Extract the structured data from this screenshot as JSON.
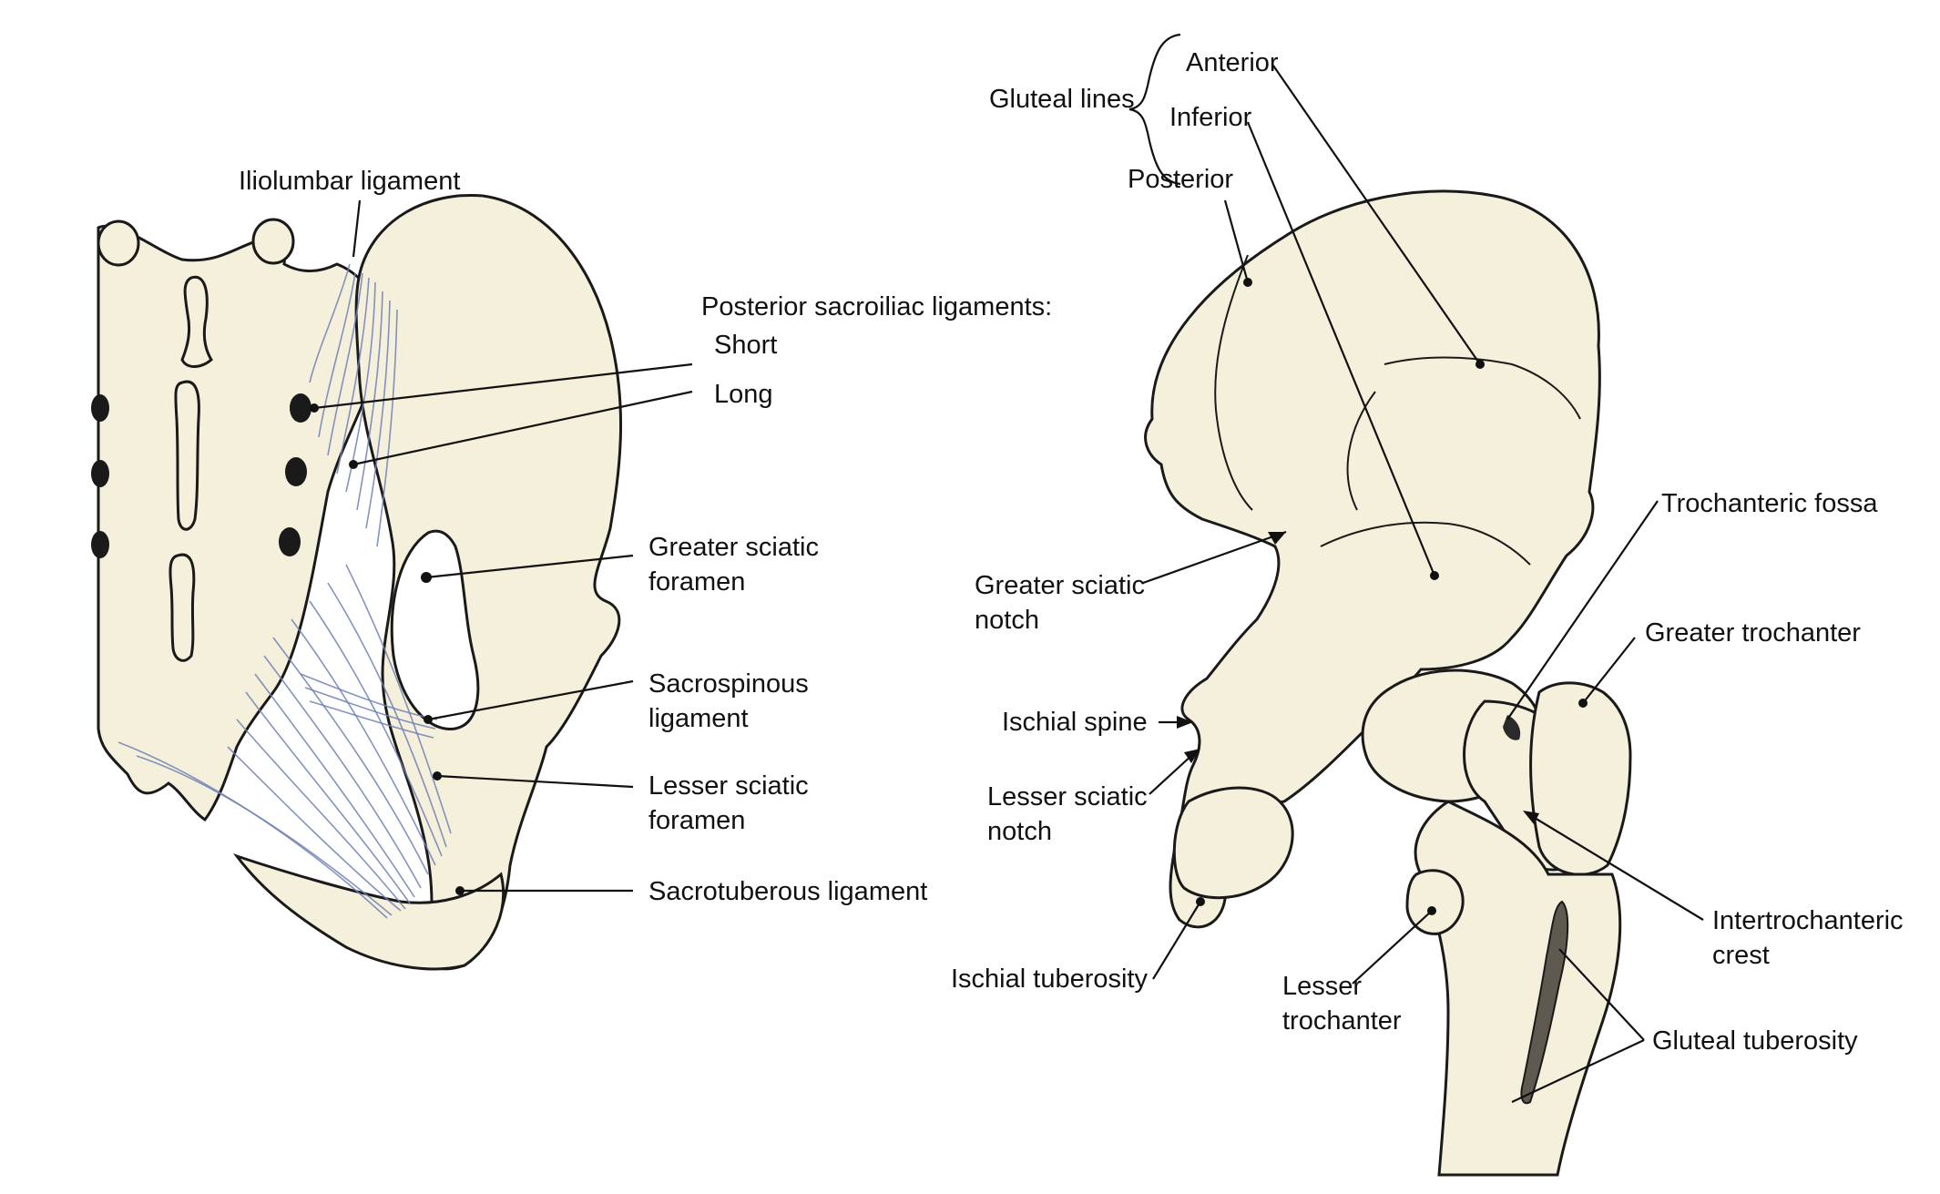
{
  "colors": {
    "bone": "#f5f0dc",
    "ligament": "#6f80b4",
    "ink": "#111111",
    "background": "#ffffff"
  },
  "left_view": {
    "iliolumbar": "Iliolumbar ligament",
    "posterior_sacroiliac": "Posterior sacroiliac ligaments:",
    "short": "Short",
    "long": "Long",
    "greater_sciatic_foramen": [
      "Greater sciatic",
      "foramen"
    ],
    "sacrospinous": [
      "Sacrospinous",
      "ligament"
    ],
    "lesser_sciatic_foramen": [
      "Lesser sciatic",
      "foramen"
    ],
    "sacrotuberous": "Sacrotuberous ligament"
  },
  "right_view": {
    "gluteal_lines": "Gluteal lines",
    "anterior": "Anterior",
    "inferior": "Inferior",
    "posterior": "Posterior",
    "trochanteric_fossa": "Trochanteric fossa",
    "greater_sciatic_notch": [
      "Greater sciatic",
      "notch"
    ],
    "greater_trochanter": "Greater trochanter",
    "ischial_spine": "Ischial spine",
    "lesser_sciatic_notch": [
      "Lesser sciatic",
      "notch"
    ],
    "intertrochanteric_crest": [
      "Intertrochanteric",
      "crest"
    ],
    "ischial_tuberosity": "Ischial tuberosity",
    "lesser_trochanter": [
      "Lesser",
      "trochanter"
    ],
    "gluteal_tuberosity": "Gluteal tuberosity"
  }
}
